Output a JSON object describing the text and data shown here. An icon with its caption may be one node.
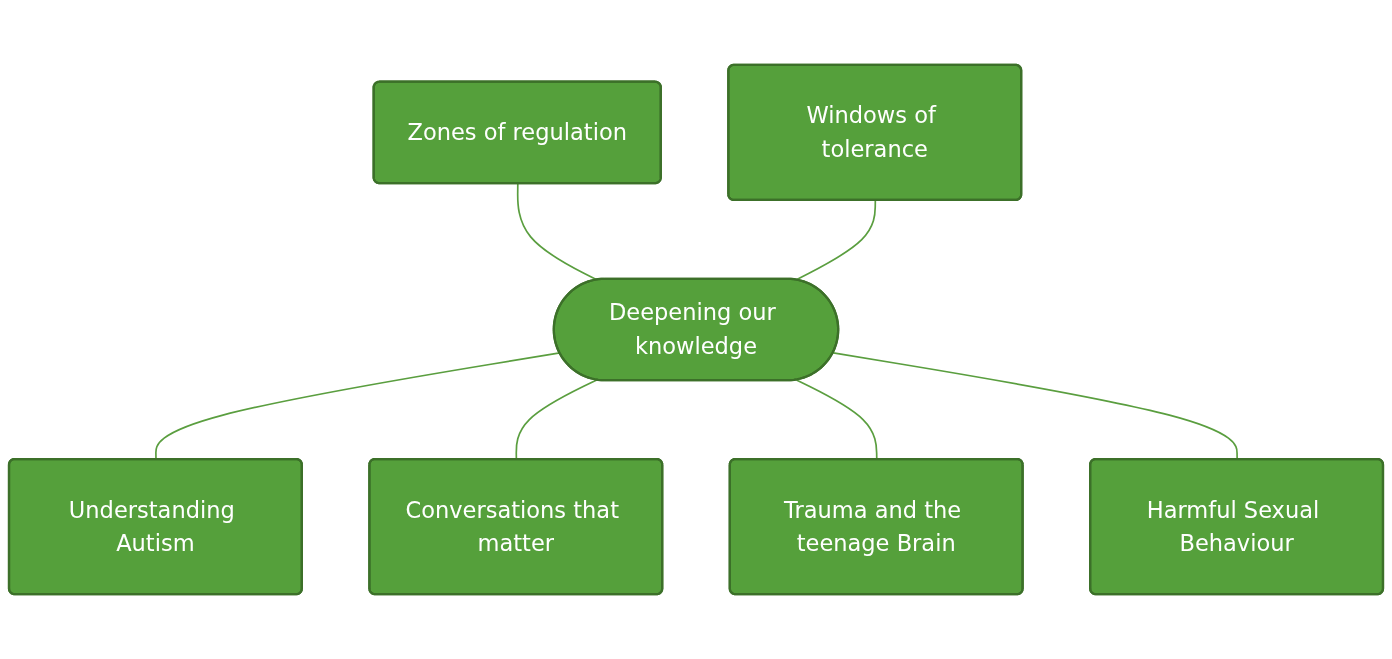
{
  "diagram": {
    "nodes": [
      {
        "text": [
          "Zones of regulation"
        ]
      },
      {
        "text": [
          "Windows of tolerance"
        ]
      },
      {
        "text": [
          "Deepening our knowledge"
        ]
      },
      {
        "text": [
          "Understanding Autism"
        ]
      },
      {
        "text": [
          "Conversations that matter"
        ]
      },
      {
        "text": [
          "Trauma and the teenage Brain"
        ]
      },
      {
        "text": [
          "Harmful Sexual Behaviour"
        ]
      }
    ],
    "edges": [
      {
        "from": 0,
        "to": 2,
        "arrow": "none"
      },
      {
        "from": 1,
        "to": 2,
        "arrow": "none"
      },
      {
        "from": 2,
        "to": 3,
        "arrow": "none"
      },
      {
        "from": 2,
        "to": 4,
        "arrow": "none"
      },
      {
        "from": 2,
        "to": 5,
        "arrow": "none"
      },
      {
        "from": 2,
        "to": 6,
        "arrow": "none"
      }
    ]
  }
}
